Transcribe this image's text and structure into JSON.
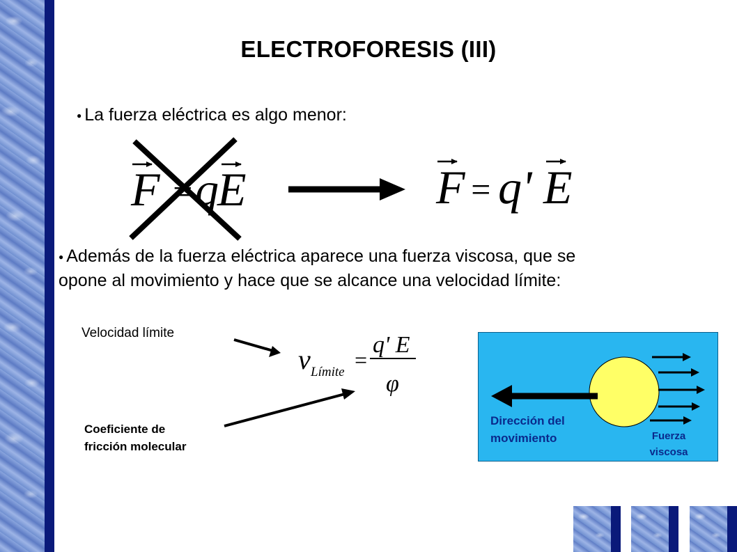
{
  "slide": {
    "title": "ELECTROFORESIS (III)",
    "bullet1": "La fuerza eléctrica es algo menor:",
    "bullet2_line1": "Además de la fuerza eléctrica aparece una fuerza viscosa, que se",
    "bullet2_line2": "opone al movimiento y hace que se alcance una velocidad límite:",
    "bullet_glyph": "●"
  },
  "equations": {
    "crossed": {
      "F": "F",
      "eq": "=",
      "q": "q",
      "E": "E"
    },
    "corrected": {
      "F": "F",
      "eq": "=",
      "q": "q'",
      "E": "E"
    },
    "velocity": {
      "v": "v",
      "sub": "Límite",
      "eq": "=",
      "num": "q' E",
      "den": "φ"
    }
  },
  "annotations": {
    "velocidad_limite": "Velocidad límite",
    "coef_line1": "Coeficiente de",
    "coef_line2": "fricción molecular"
  },
  "diagram": {
    "dir_line1": "Dirección del",
    "dir_line2": "movimiento",
    "visc_line1": "Fuerza",
    "visc_line2": "viscosa",
    "colors": {
      "box": "#29b6f0",
      "particle": "#ffff66",
      "label": "#0a2a8c"
    }
  }
}
